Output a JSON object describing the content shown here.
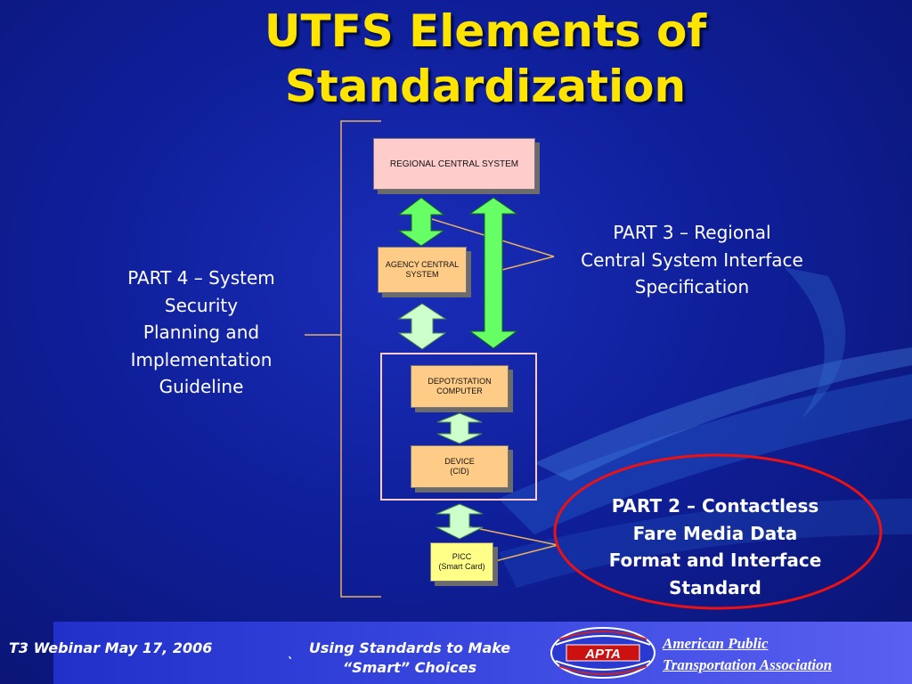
{
  "title": {
    "line1": "UTFS Elements of",
    "line2": "Standardization"
  },
  "boxes": {
    "regional": "REGIONAL CENTRAL SYSTEM",
    "agency": "AGENCY CENTRAL\nSYSTEM",
    "depot": "DEPOT/STATION\nCOMPUTER",
    "device": "DEVICE\n(CID)",
    "picc": "PICC\n(Smart Card)"
  },
  "labels": {
    "part3": [
      "PART 3 – Regional",
      "Central System Interface",
      "Specification"
    ],
    "part4": [
      "PART 4 – System",
      "Security",
      "Planning and",
      "Implementation",
      "Guideline"
    ],
    "part2": [
      "PART 2 – Contactless",
      "Fare Media Data",
      "Format and Interface",
      "Standard"
    ]
  },
  "footer": {
    "left": "T3 Webinar May 17, 2006",
    "center_line1": "Using Standards to Make",
    "center_line2": "“Smart” Choices",
    "tick": "`",
    "logo_text": "APTA",
    "org_line1": "American Public",
    "org_line2": "Transportation Association"
  },
  "colors": {
    "background": "#0f1f9a",
    "title": "#ffe400",
    "arrow_green": "#66ff66",
    "arrow_pale": "#ccffcc",
    "box_pink": "#ffcccc",
    "box_peach": "#ffcc88",
    "box_yellow": "#ffff88",
    "highlight_ellipse": "#ee1111",
    "bracket_line": "#e8b060"
  }
}
